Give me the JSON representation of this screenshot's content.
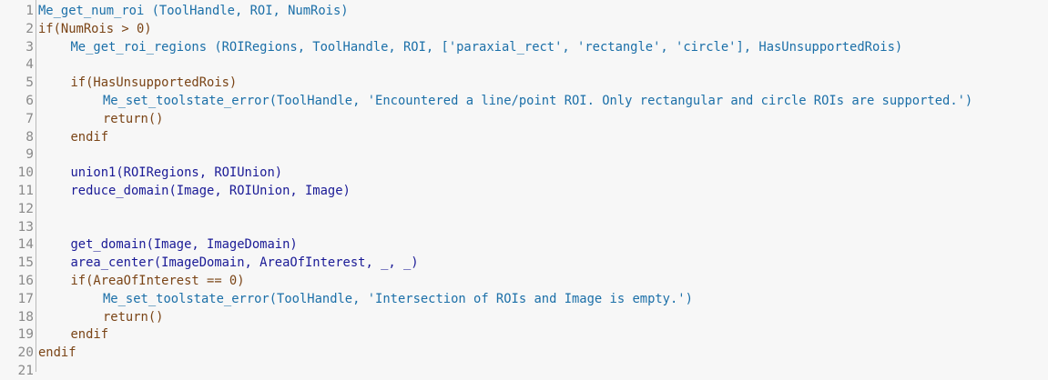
{
  "editor": {
    "lines": [
      {
        "n": "1",
        "indent": 0,
        "kind": "proc",
        "text": "Me_get_num_roi (ToolHandle, ROI, NumRois)"
      },
      {
        "n": "2",
        "indent": 0,
        "kind": "ctrl",
        "text": "if(NumRois > 0)"
      },
      {
        "n": "3",
        "indent": 1,
        "kind": "proc",
        "text": "Me_get_roi_regions (ROIRegions, ToolHandle, ROI, ['paraxial_rect', 'rectangle', 'circle'], HasUnsupportedRois)"
      },
      {
        "n": "4",
        "indent": 0,
        "kind": "op",
        "text": ""
      },
      {
        "n": "5",
        "indent": 1,
        "kind": "ctrl",
        "text": "if(HasUnsupportedRois)"
      },
      {
        "n": "6",
        "indent": 2,
        "kind": "proc",
        "text": "Me_set_toolstate_error(ToolHandle, 'Encountered a line/point ROI. Only rectangular and circle ROIs are supported.')"
      },
      {
        "n": "7",
        "indent": 2,
        "kind": "ctrl",
        "text": "return()"
      },
      {
        "n": "8",
        "indent": 1,
        "kind": "ctrl",
        "text": "endif"
      },
      {
        "n": "9",
        "indent": 0,
        "kind": "op",
        "text": ""
      },
      {
        "n": "10",
        "indent": 1,
        "kind": "op",
        "text": "union1(ROIRegions, ROIUnion)"
      },
      {
        "n": "11",
        "indent": 1,
        "kind": "op",
        "text": "reduce_domain(Image, ROIUnion, Image)"
      },
      {
        "n": "12",
        "indent": 0,
        "kind": "op",
        "text": ""
      },
      {
        "n": "13",
        "indent": 0,
        "kind": "op",
        "text": ""
      },
      {
        "n": "14",
        "indent": 1,
        "kind": "op",
        "text": "get_domain(Image, ImageDomain)"
      },
      {
        "n": "15",
        "indent": 1,
        "kind": "op",
        "text": "area_center(ImageDomain, AreaOfInterest, _, _)"
      },
      {
        "n": "16",
        "indent": 1,
        "kind": "ctrl",
        "text": "if(AreaOfInterest == 0)"
      },
      {
        "n": "17",
        "indent": 2,
        "kind": "proc",
        "text": "Me_set_toolstate_error(ToolHandle, 'Intersection of ROIs and Image is empty.')"
      },
      {
        "n": "18",
        "indent": 2,
        "kind": "ctrl",
        "text": "return()"
      },
      {
        "n": "19",
        "indent": 1,
        "kind": "ctrl",
        "text": "endif"
      },
      {
        "n": "20",
        "indent": 0,
        "kind": "ctrl",
        "text": "endif"
      },
      {
        "n": "21",
        "indent": 0,
        "kind": "op",
        "text": ""
      }
    ]
  }
}
